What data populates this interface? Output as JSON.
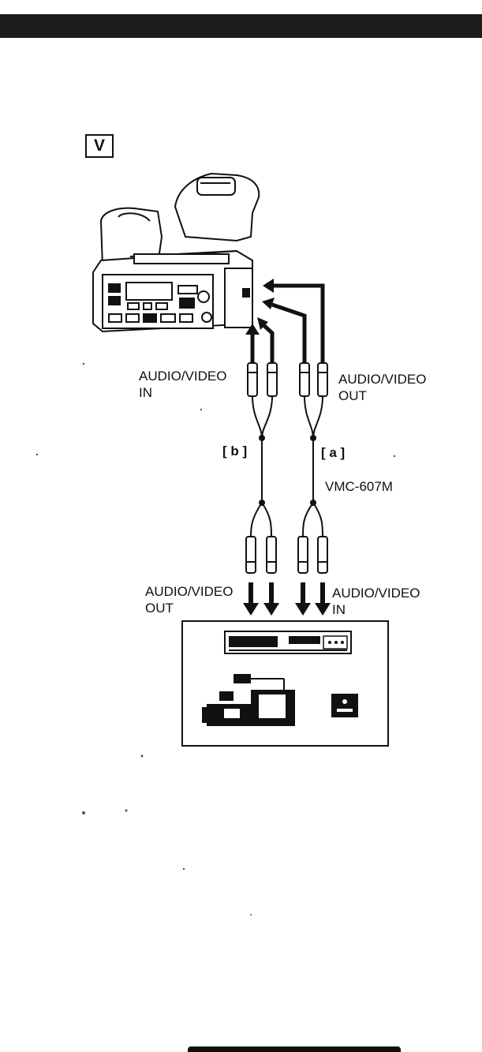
{
  "figure_label": "V",
  "labels": {
    "camera_in": [
      "AUDIO/VIDEO",
      "IN"
    ],
    "camera_out": [
      "AUDIO/VIDEO",
      "OUT"
    ],
    "device_out": [
      "AUDIO/VIDEO",
      "OUT"
    ],
    "device_in": [
      "AUDIO/VIDEO",
      "IN"
    ],
    "cable_b": "[ b ]",
    "cable_a": "[ a ]",
    "cable_model": "VMC-607M"
  },
  "icons": {
    "camcorder": "camcorder-icon",
    "vcr": "vcr-icon",
    "video_camera": "video-camera-icon",
    "monitor": "monitor-icon"
  }
}
